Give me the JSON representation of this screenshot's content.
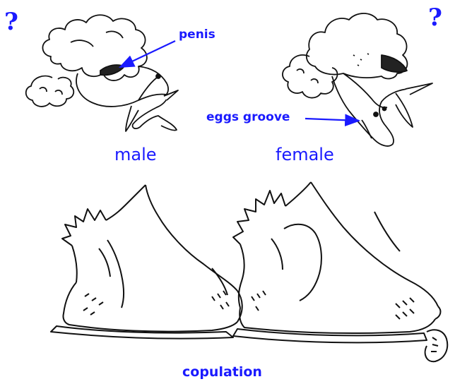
{
  "question_marks": [
    "?",
    "?"
  ],
  "labels": {
    "penis": "penis",
    "eggs_groove": "eggs groove",
    "male": "male",
    "female": "female",
    "copulation": "copulation"
  },
  "colors": {
    "label": "#1a1aff",
    "ink": "#111111"
  }
}
